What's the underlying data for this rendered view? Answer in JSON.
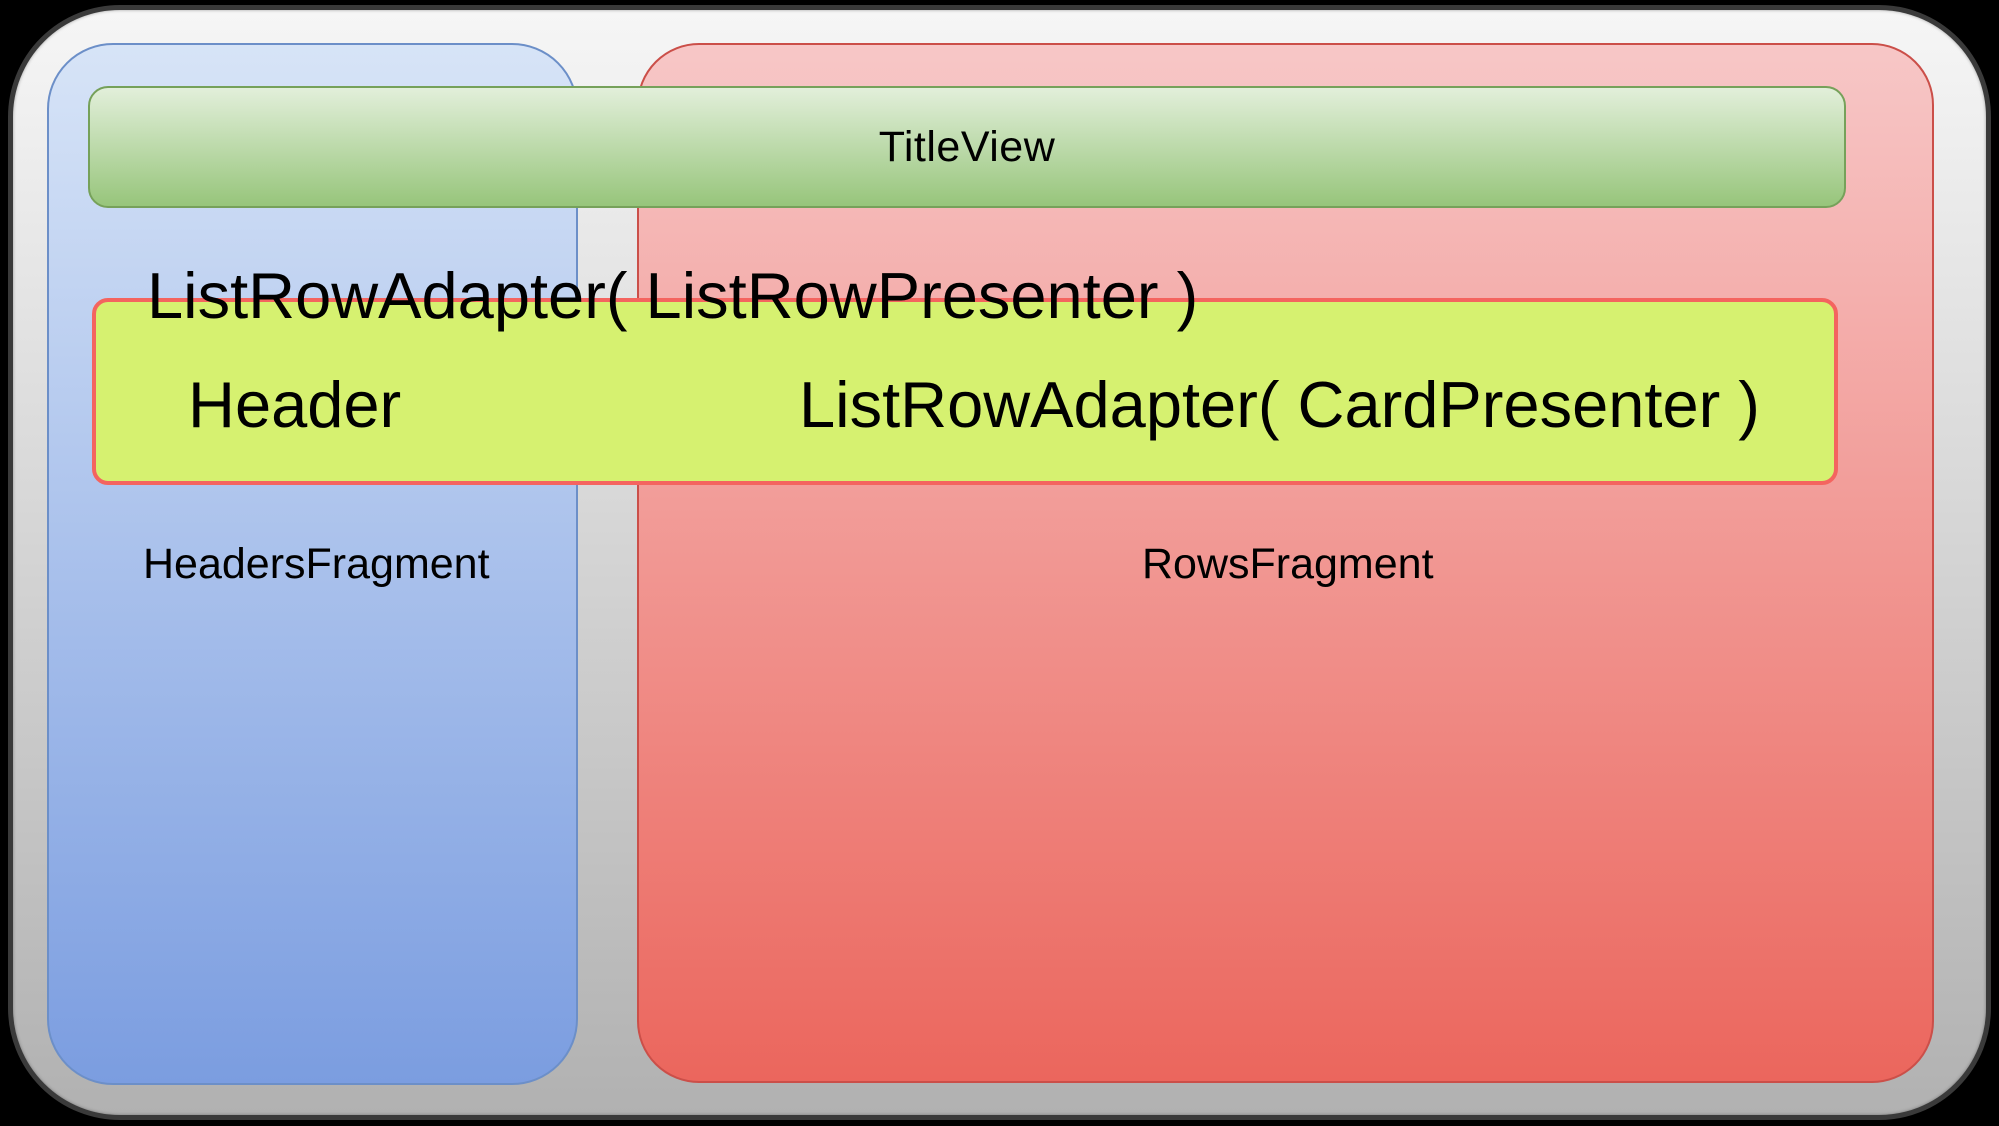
{
  "diagram": {
    "title_bar": {
      "label": "TitleView"
    },
    "headers_region": {
      "label": "HeadersFragment"
    },
    "rows_region": {
      "label": "RowsFragment"
    },
    "annotations": {
      "list_row_presenter": "ListRowAdapter( ListRowPresenter )",
      "header": "Header",
      "card_presenter": "ListRowAdapter( CardPresenter )"
    }
  },
  "colors": {
    "background": "#000000",
    "outer_top": "#f6f6f6",
    "outer_bottom": "#b1b1b1",
    "outer_border": "#3a3a3a",
    "blue_top": "#d7e4f7",
    "blue_bottom": "#7b9de0",
    "blue_border": "#6c8fc8",
    "red_top": "#f7c7c7",
    "red_bottom": "#eb665d",
    "red_border": "#cb4f49",
    "green_top": "#e2efda",
    "green_bottom": "#97c57b",
    "green_border": "#76a15a",
    "yellow_fill": "#d6f170",
    "yellow_border": "#f4645f",
    "text": "#000000"
  }
}
